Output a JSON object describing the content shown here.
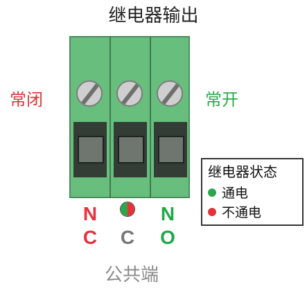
{
  "title": "继电器输出",
  "labels": {
    "nc_side": "常闭",
    "no_side": "常开",
    "common": "公共端"
  },
  "terminals": [
    {
      "top": "N",
      "bottom": "C",
      "top_color": "#e8313b",
      "bottom_color": "#e8313b"
    },
    {
      "top": "",
      "bottom": "C",
      "top_color": "",
      "bottom_color": "#777777"
    },
    {
      "top": "N",
      "bottom": "O",
      "top_color": "#20a847",
      "bottom_color": "#20a847"
    }
  ],
  "indicator": {
    "left_color": "#2aa84a",
    "right_color": "#e2333b"
  },
  "legend": {
    "title": "继电器状态",
    "items": [
      {
        "label": "通电",
        "color": "#2aa84a"
      },
      {
        "label": "不通电",
        "color": "#e2333b"
      }
    ]
  },
  "colors": {
    "block_green": "#68be7d",
    "nc_red": "#d9353b",
    "no_green": "#2bab49",
    "common_gray": "#8a8a8a"
  }
}
